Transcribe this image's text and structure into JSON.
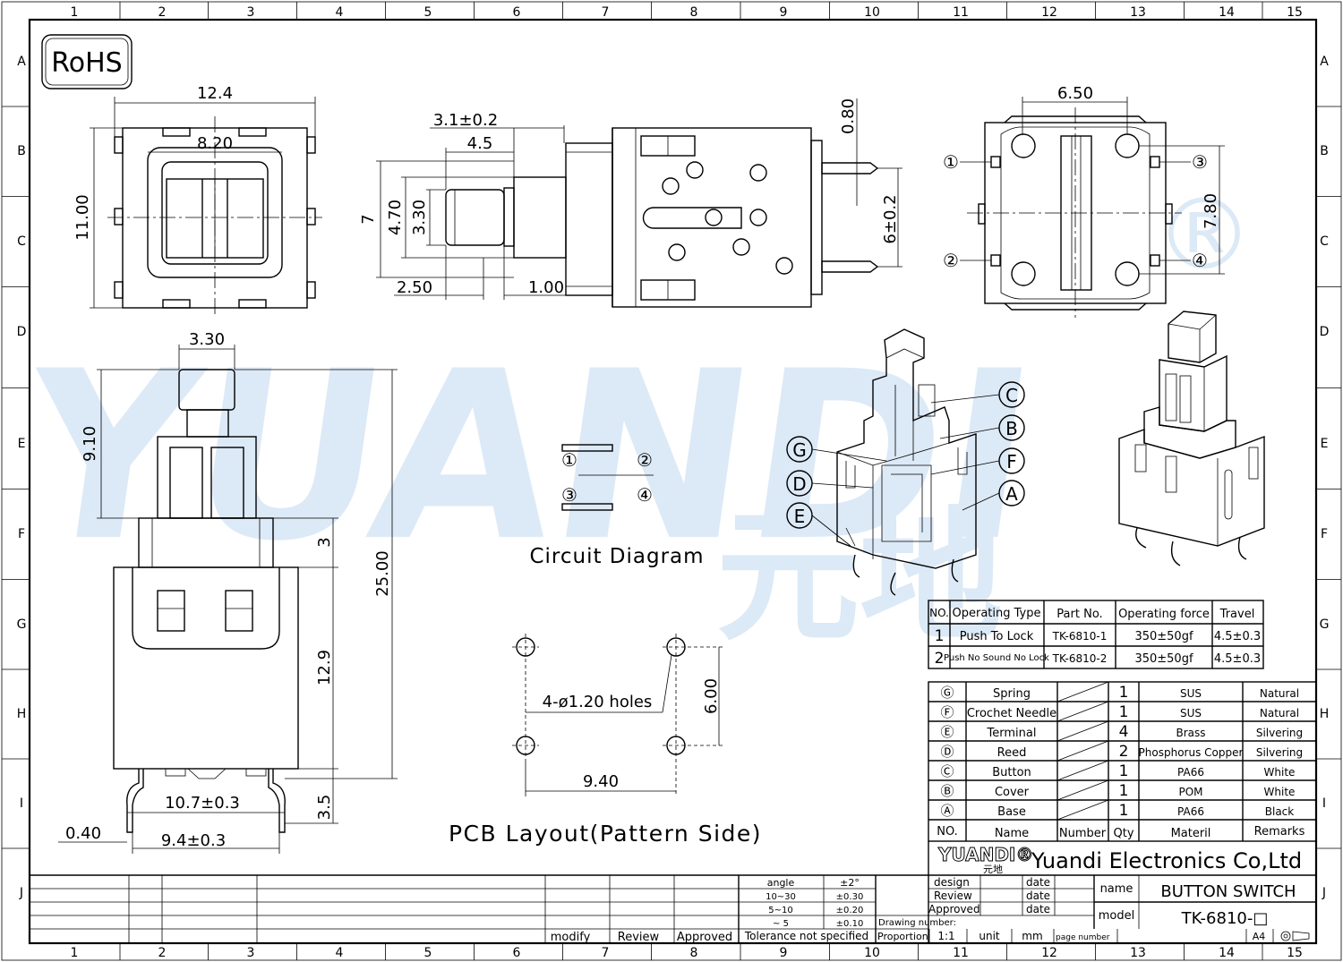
{
  "border": {
    "cols": [
      "1",
      "2",
      "3",
      "4",
      "5",
      "6",
      "7",
      "8",
      "9",
      "10",
      "11",
      "12",
      "13",
      "14",
      "15"
    ],
    "rows": [
      "A",
      "B",
      "C",
      "D",
      "E",
      "F",
      "G",
      "H",
      "I",
      "J"
    ]
  },
  "rohs": "RoHS",
  "watermark": {
    "text": "YUANDI",
    "reg": "®",
    "cn": "元地"
  },
  "top_view": {
    "w": "12.4",
    "inner_w": "8.20",
    "h": "11.00"
  },
  "side_view": {
    "d1": "3.1±0.2",
    "d2": "4.5",
    "h7": "7",
    "h470": "4.70",
    "h330": "3.30",
    "d250": "2.50",
    "d100": "1.00",
    "d080": "0.80",
    "d6": "6±0.2"
  },
  "bottom_view": {
    "w": "6.50",
    "h": "7.80",
    "pins": [
      "①",
      "②",
      "③",
      "④"
    ]
  },
  "front_view": {
    "w330": "3.30",
    "h910": "9.10",
    "h3": "3",
    "h25": "25.00",
    "h129": "12.9",
    "h35": "3.5",
    "w107": "10.7±0.3",
    "w94": "9.4±0.3",
    "w040": "0.40"
  },
  "circuit": {
    "title": "Circuit Diagram",
    "pins": [
      "①",
      "②",
      "③",
      "④"
    ]
  },
  "pcb": {
    "title": "PCB Layout(Pattern Side)",
    "holes": "4-ø1.20 holes",
    "h": "6.00",
    "w": "9.40"
  },
  "callouts": [
    "C",
    "B",
    "F",
    "A",
    "G",
    "D",
    "E"
  ],
  "spec_table": {
    "headers": [
      "NO.",
      "Operating Type",
      "Part No.",
      "Operating force",
      "Travel"
    ],
    "rows": [
      [
        "1",
        "Push To Lock",
        "TK-6810-1",
        "350±50gf",
        "4.5±0.3"
      ],
      [
        "2",
        "Push No Sound No Lock",
        "TK-6810-2",
        "350±50gf",
        "4.5±0.3"
      ]
    ]
  },
  "bom": {
    "rows": [
      [
        "Ⓖ",
        "Spring",
        "1",
        "SUS",
        "Natural"
      ],
      [
        "Ⓕ",
        "Crochet Needle",
        "1",
        "SUS",
        "Natural"
      ],
      [
        "Ⓔ",
        "Terminal",
        "4",
        "Brass",
        "Silvering"
      ],
      [
        "Ⓓ",
        "Reed",
        "2",
        "Phosphorus Copper",
        "Silvering"
      ],
      [
        "Ⓒ",
        "Button",
        "1",
        "PA66",
        "White"
      ],
      [
        "Ⓑ",
        "Cover",
        "1",
        "POM",
        "White"
      ],
      [
        "Ⓐ",
        "Base",
        "1",
        "PA66",
        "Black"
      ]
    ],
    "header": [
      "NO.",
      "Name",
      "Number",
      "Qty",
      "Materil",
      "Remarks"
    ]
  },
  "title_block": {
    "logo": "YUANDI®",
    "logo_cn": "元地",
    "company": "Yuandi Electronics Co,Ltd",
    "design": "design",
    "review": "Review",
    "approved": "Approved",
    "date": "date",
    "name_label": "name",
    "name": "BUTTON SWITCH",
    "model_label": "model",
    "model": "TK-6810-□",
    "drawing_number": "Drawing number:",
    "proportion": "Proportion",
    "scale": "1:1",
    "unit": "unit",
    "mm": "mm",
    "page_number": "page number",
    "size": "A4",
    "tolerance": {
      "header": [
        "angle",
        "±2°"
      ],
      "rows": [
        [
          "10~30",
          "±0.30"
        ],
        [
          "5~10",
          "±0.20"
        ],
        [
          "~ 5",
          "±0.10"
        ]
      ],
      "footer": "Tolerance not specified"
    },
    "bottom_labels": [
      "modify",
      "Review",
      "Approved"
    ]
  }
}
